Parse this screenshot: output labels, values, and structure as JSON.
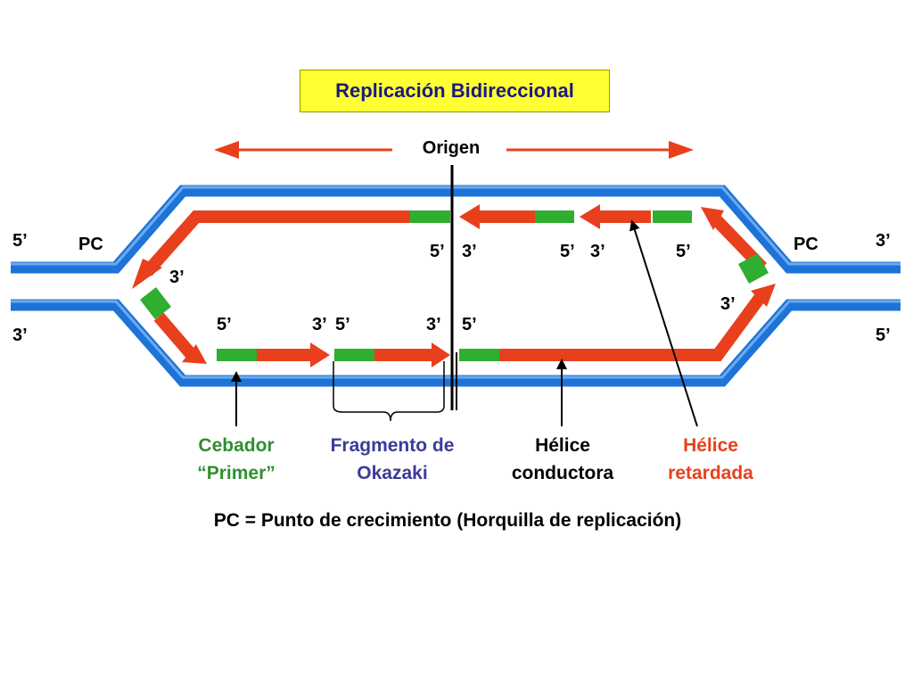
{
  "title": "Replicación Bidireccional",
  "origin_label": "Origen",
  "end_labels": {
    "left_top": "5’",
    "left_bottom": "3’",
    "right_top": "3’",
    "right_bottom": "5’",
    "pc_left": "PC",
    "pc_right": "PC"
  },
  "strand_labels": {
    "top_lead_5": "5’",
    "top_lead_3": "3’",
    "top_frag_5": "5’",
    "top_frag_3": "3’",
    "top_right_5": "5’",
    "left_fork_3": "3’",
    "right_fork_3": "3’",
    "bot_5_a": "5’",
    "bot_3_a": "3’",
    "bot_5_b": "5’",
    "bot_3_b": "3’",
    "bot_5_c": "5’"
  },
  "legend": {
    "primer_line1": "Cebador",
    "primer_line2": "“Primer”",
    "okazaki_line1": "Fragmento de",
    "okazaki_line2": "Okazaki",
    "leading_line1": "Hélice",
    "leading_line2": "conductora",
    "lagging_line1": "Hélice",
    "lagging_line2": "retardada"
  },
  "footnote": "PC = Punto de crecimiento (Horquilla de replicación)",
  "colors": {
    "parent_strand": "#1e73d8",
    "new_strand": "#e8401c",
    "primer": "#2fae2f",
    "primer_text": "#2f8f2f",
    "okazaki_text": "#3b3b9a",
    "lagging_text": "#e8401c",
    "title_bg": "#ffff33",
    "title_text": "#1a1a80"
  }
}
